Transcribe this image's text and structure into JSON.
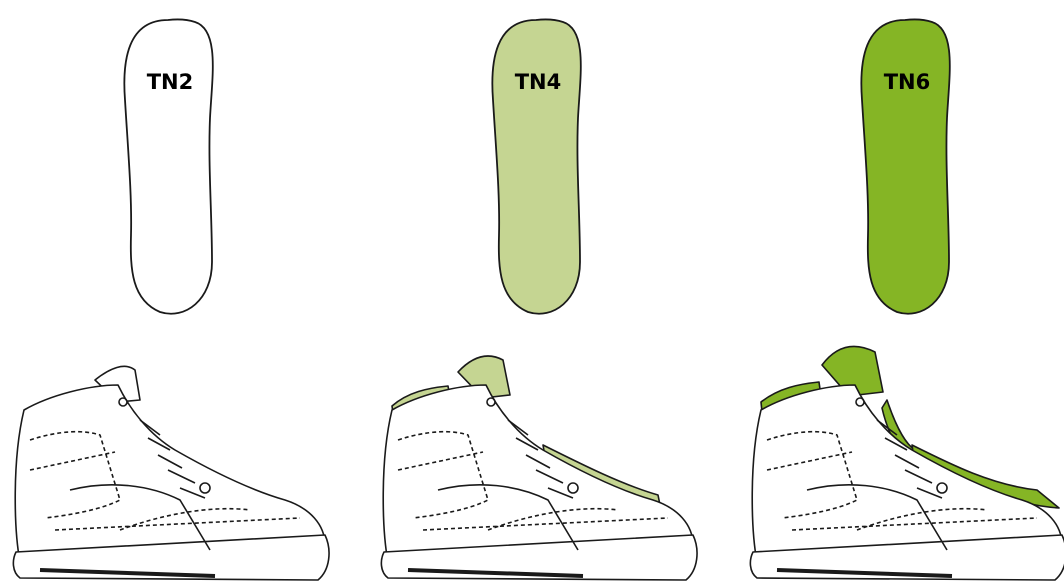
{
  "colors": {
    "outline": "#1a1a1a",
    "none": "#ffffff",
    "light_green": "#c5d592",
    "dark_green": "#85b525"
  },
  "variants": [
    {
      "label": "TN2",
      "fill": "#ffffff",
      "tint": "none"
    },
    {
      "label": "TN4",
      "fill": "#c5d592",
      "tint": "light"
    },
    {
      "label": "TN6",
      "fill": "#85b525",
      "tint": "strong"
    }
  ],
  "icons": {
    "insole": "insole-outline",
    "shoe": "high-top-sneaker"
  }
}
